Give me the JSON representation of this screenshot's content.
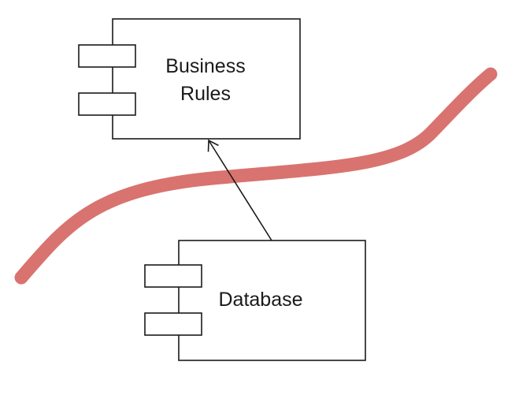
{
  "components": {
    "business_rules": {
      "label_lines": [
        "Business",
        "Rules"
      ]
    },
    "database": {
      "label_lines": [
        "Database"
      ]
    }
  },
  "dependency": {
    "from": "Database",
    "to": "Business Rules",
    "arrow": "open"
  },
  "colors": {
    "boundary": "#d9736f",
    "stroke": "#1a1a1a",
    "background": "#ffffff"
  }
}
